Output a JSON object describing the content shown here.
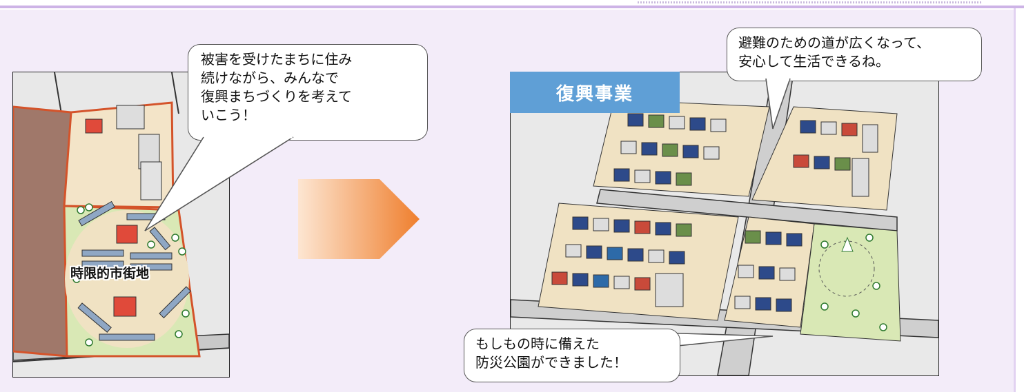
{
  "left_panel": {
    "speech": [
      "被害を受けたまちに住み",
      "続けながら、みんなで",
      "復興まちづくりを考えて",
      "いこう！"
    ],
    "zone_label": "時限的市街地"
  },
  "right_panel": {
    "banner": "復興事業",
    "speech_top": [
      "避難のための道が広くなって、",
      "安心して生活できるね。"
    ],
    "speech_bottom": [
      "もしもの時に備えた",
      "防災公園ができました！"
    ]
  },
  "colors": {
    "background": "#f3ecf9",
    "banner": "#5f9fd6",
    "arrow_start": "#fde6d2",
    "arrow_end": "#ef7f2e",
    "zone_border": "#d4532a"
  },
  "icons": [
    "right-arrow-icon"
  ]
}
